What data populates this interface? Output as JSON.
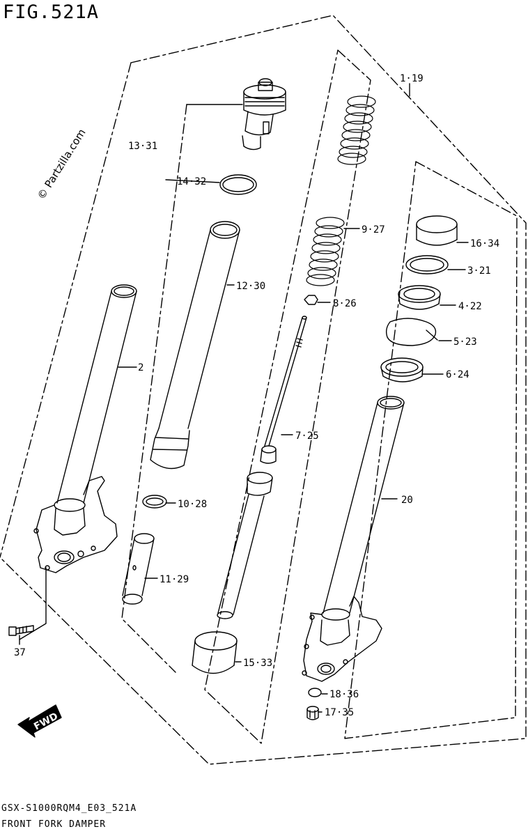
{
  "figure": {
    "title": "FIG.521A",
    "watermark": "© Partzilla.com",
    "fwd": "FWD",
    "footer_code": "GSX-S1000RQM4_E03_521A",
    "footer_name": "FRONT FORK DAMPER"
  },
  "parts": [
    {
      "id": "p1",
      "label": "1·19"
    },
    {
      "id": "p2",
      "label": "2"
    },
    {
      "id": "p3",
      "label": "3·21"
    },
    {
      "id": "p4",
      "label": "4·22"
    },
    {
      "id": "p5",
      "label": "5·23"
    },
    {
      "id": "p6",
      "label": "6·24"
    },
    {
      "id": "p7",
      "label": "7·25"
    },
    {
      "id": "p8",
      "label": "8·26"
    },
    {
      "id": "p9",
      "label": "9·27"
    },
    {
      "id": "p10",
      "label": "10·28"
    },
    {
      "id": "p11",
      "label": "11·29"
    },
    {
      "id": "p12",
      "label": "12·30"
    },
    {
      "id": "p13",
      "label": "13·31"
    },
    {
      "id": "p14",
      "label": "14·32"
    },
    {
      "id": "p15",
      "label": "15·33"
    },
    {
      "id": "p16",
      "label": "16·34"
    },
    {
      "id": "p17",
      "label": "17·35"
    },
    {
      "id": "p18",
      "label": "18·36"
    },
    {
      "id": "p20",
      "label": "20"
    },
    {
      "id": "p37",
      "label": "37"
    }
  ]
}
